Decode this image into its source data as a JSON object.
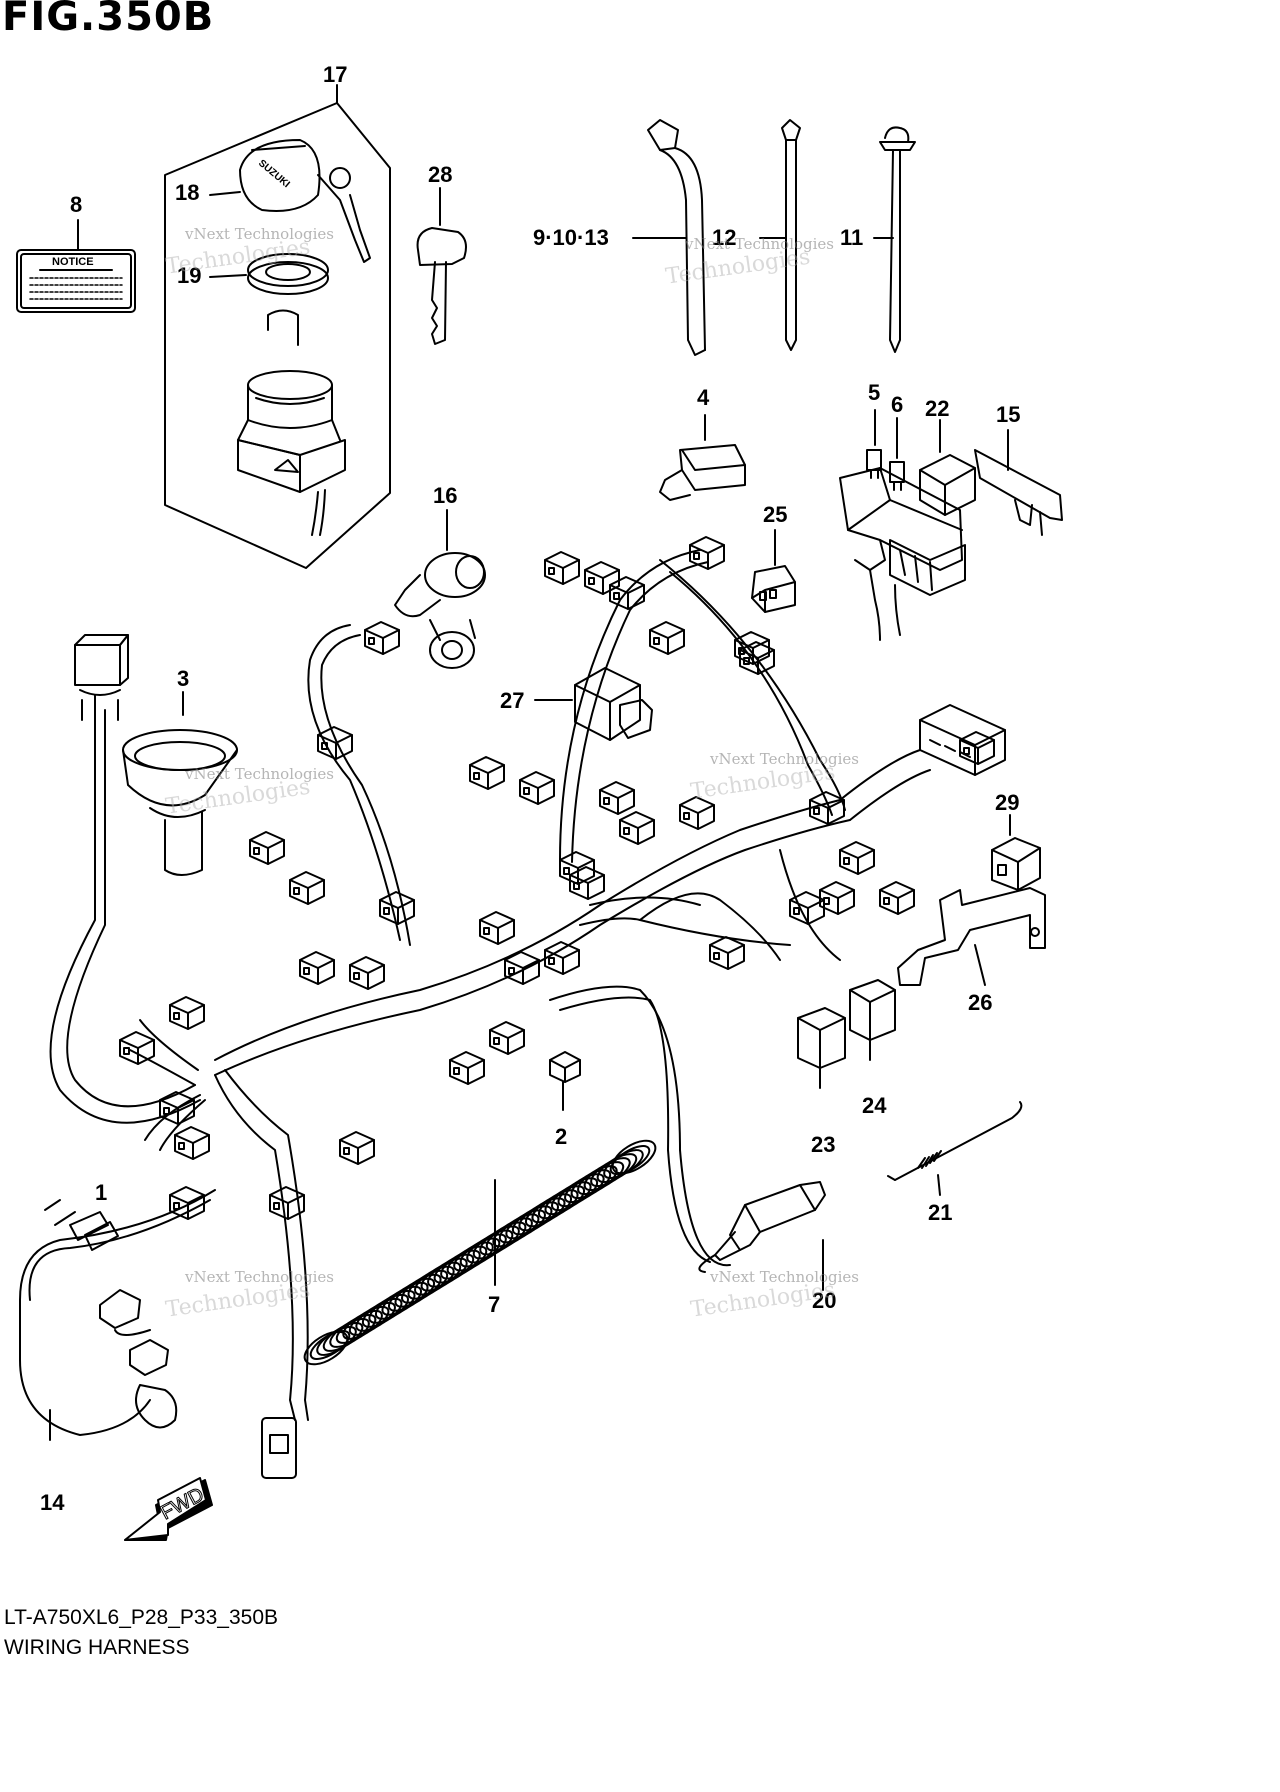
{
  "figure": {
    "title": "FIG.350B",
    "model_code": "LT-A750XL6_P28_P33_350B",
    "name": "WIRING HARNESS"
  },
  "notice_label": "NOTICE",
  "fwd_label": "FWD",
  "brand_on_key": "SUZUKI",
  "watermark": {
    "line1": "vNext Technologies",
    "line2": "Technologies"
  },
  "callouts": [
    {
      "id": "17",
      "text": "17"
    },
    {
      "id": "18",
      "text": "18"
    },
    {
      "id": "19",
      "text": "19"
    },
    {
      "id": "8",
      "text": "8"
    },
    {
      "id": "28",
      "text": "28"
    },
    {
      "id": "9-10-13",
      "text": "9·10·13"
    },
    {
      "id": "12",
      "text": "12"
    },
    {
      "id": "11",
      "text": "11"
    },
    {
      "id": "4",
      "text": "4"
    },
    {
      "id": "5",
      "text": "5"
    },
    {
      "id": "6",
      "text": "6"
    },
    {
      "id": "22",
      "text": "22"
    },
    {
      "id": "15",
      "text": "15"
    },
    {
      "id": "25",
      "text": "25"
    },
    {
      "id": "16",
      "text": "16"
    },
    {
      "id": "3",
      "text": "3"
    },
    {
      "id": "27",
      "text": "27"
    },
    {
      "id": "29",
      "text": "29"
    },
    {
      "id": "26",
      "text": "26"
    },
    {
      "id": "24",
      "text": "24"
    },
    {
      "id": "23",
      "text": "23"
    },
    {
      "id": "2",
      "text": "2"
    },
    {
      "id": "21",
      "text": "21"
    },
    {
      "id": "1",
      "text": "1"
    },
    {
      "id": "7",
      "text": "7"
    },
    {
      "id": "20",
      "text": "20"
    },
    {
      "id": "14",
      "text": "14"
    }
  ],
  "colors": {
    "line": "#000000",
    "background": "#ffffff",
    "watermark": "#8c8c8c"
  }
}
